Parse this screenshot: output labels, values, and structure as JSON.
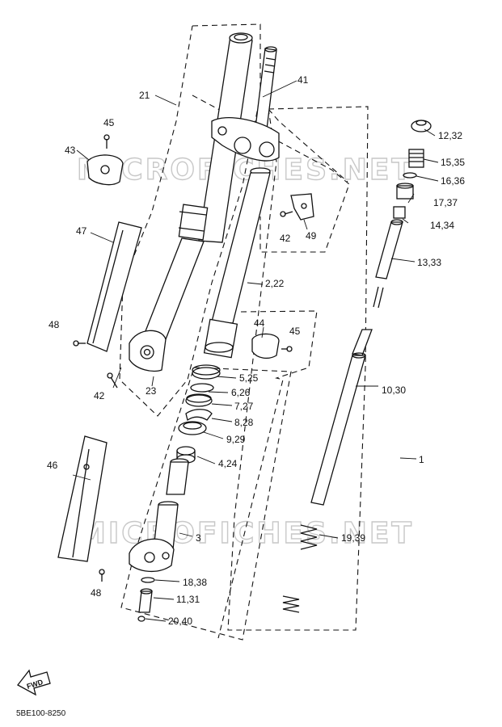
{
  "diagram": {
    "code": "5BE100-8250",
    "fwd": "FWD",
    "watermark": "MICROFICHES.NET",
    "labels": {
      "l1": "1",
      "l2": "2,22",
      "l3": "3",
      "l4": "4,24",
      "l5": "5,25",
      "l6": "6,26",
      "l7": "7,27",
      "l8": "8,28",
      "l9": "9,29",
      "l10": "10,30",
      "l11": "11,31",
      "l12": "12,32",
      "l13": "13,33",
      "l14": "14,34",
      "l15": "15,35",
      "l16": "16,36",
      "l17": "17,37",
      "l18": "18,38",
      "l19": "19,39",
      "l20": "20,40",
      "l21": "21",
      "l23": "23",
      "l41": "41",
      "l42a": "42",
      "l42b": "42",
      "l43": "43",
      "l44": "44",
      "l45a": "45",
      "l45b": "45",
      "l46": "46",
      "l47": "47",
      "l48a": "48",
      "l48b": "48",
      "l49": "49"
    }
  }
}
